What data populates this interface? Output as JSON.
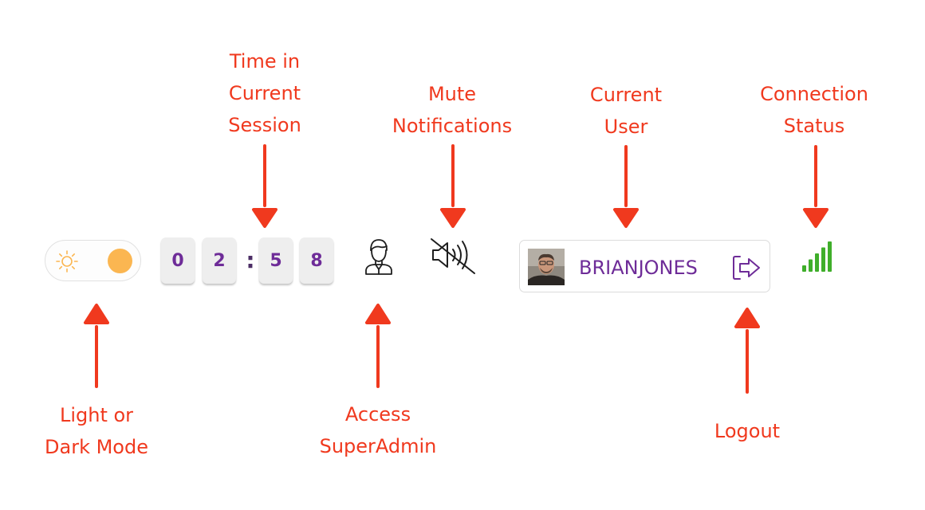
{
  "annotations": {
    "theme_toggle": "Light or\nDark Mode",
    "session_timer": "Time in\nCurrent\nSession",
    "superadmin": "Access\nSuperAdmin",
    "mute": "Mute\nNotifications",
    "current_user": "Current\nUser",
    "logout": "Logout",
    "connection": "Connection\nStatus"
  },
  "toolbar": {
    "session_timer": {
      "digits": [
        "0",
        "2",
        "5",
        "8"
      ],
      "separator": ":"
    },
    "current_user": {
      "username": "BRIANJONES"
    }
  },
  "icons": {
    "theme": "sun-icon",
    "theme_knob": "theme-toggle-knob",
    "superadmin": "user-admin-icon",
    "mute": "speaker-muted-icon",
    "logout": "logout-icon",
    "connection": "signal-bars-icon"
  },
  "colors": {
    "annotation": "#f0391e",
    "accent": "#6e2c98",
    "sun": "#fbb651",
    "signal": "#3fae2a"
  },
  "connection": {
    "bars_active": 5,
    "bars_total": 5
  }
}
